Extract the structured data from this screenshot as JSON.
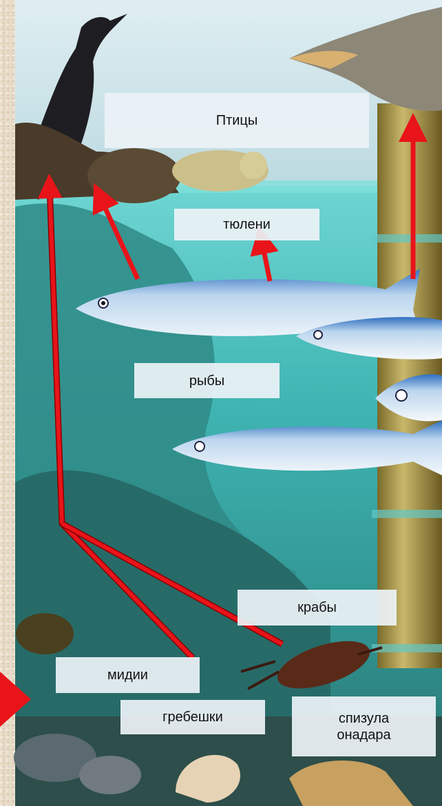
{
  "labels": {
    "birds": "Птицы",
    "seals": "тюлени",
    "fish": "рыбы",
    "crabs": "крабы",
    "mussels": "мидии",
    "scallops": "гребешки",
    "spisula_line1": "спизула",
    "spisula_line2": "онадара"
  },
  "colors": {
    "arrow": "#e8141a",
    "water": "#3fb4b4",
    "sea_floor": "#2e6e6a"
  }
}
